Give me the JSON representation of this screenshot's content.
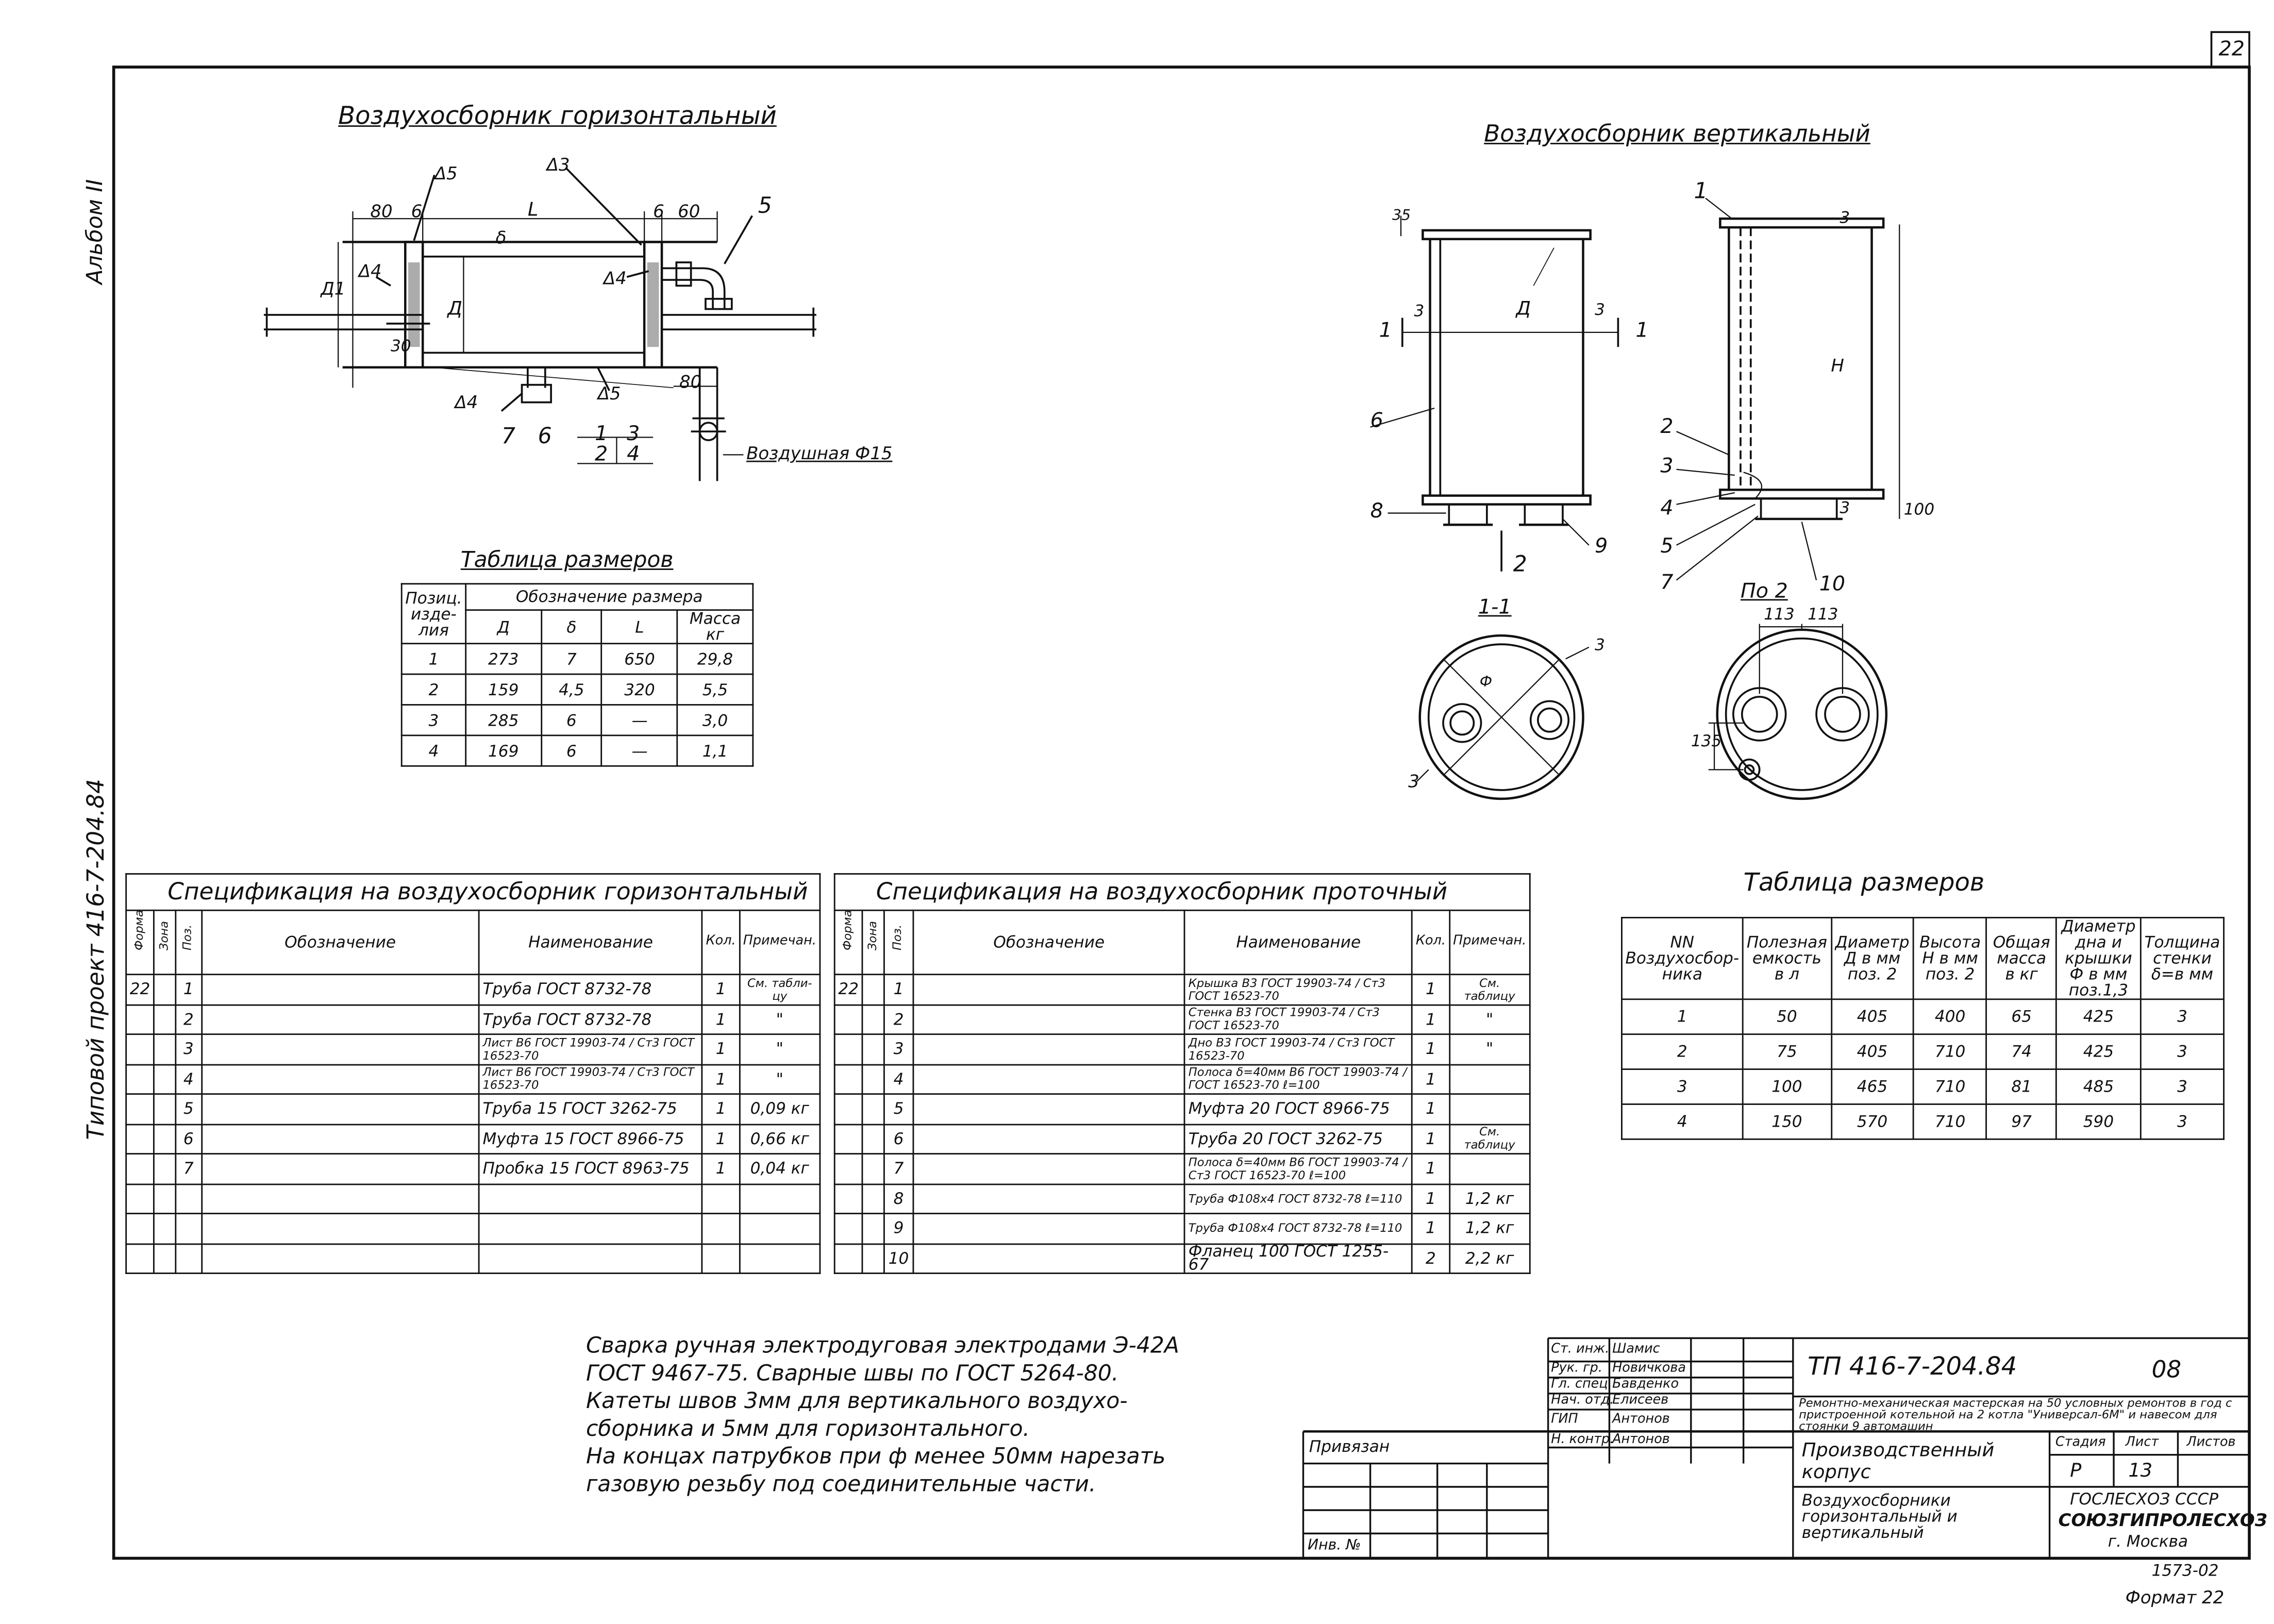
{
  "sheet": {
    "sheet_number": "22",
    "album": "Альбом II",
    "project": "Типовой проект 416-7-204.84"
  },
  "horizontal": {
    "title": "Воздухосборник горизонтальный",
    "labels": {
      "w5a": "Δ5",
      "w3": "Δ3",
      "w4a": "Δ4",
      "w4b": "Δ4",
      "w4c": "Δ4",
      "w5b": "Δ5",
      "d80": "80",
      "d6a": "6",
      "dL": "L",
      "d6b": "6",
      "d60": "60",
      "d1": "Д1",
      "dD": "Д",
      "d30": "30",
      "dd": "δ",
      "d80b": "80",
      "p5": "5",
      "p7": "7",
      "p6": "6",
      "p1": "1",
      "p3": "3",
      "p2": "2",
      "p4": "4",
      "air": "Воздушная Ф15"
    }
  },
  "sizes_h": {
    "title": "Таблица размеров",
    "head_pos": "Позиц. изде- лия",
    "head_group": "Обозначение размера",
    "cols": [
      "Д",
      "δ",
      "L",
      "Масса кг"
    ],
    "rows": [
      [
        "1",
        "273",
        "7",
        "650",
        "29,8"
      ],
      [
        "2",
        "159",
        "4,5",
        "320",
        "5,5"
      ],
      [
        "3",
        "285",
        "6",
        "—",
        "3,0"
      ],
      [
        "4",
        "169",
        "6",
        "—",
        "1,1"
      ]
    ]
  },
  "vertical": {
    "title": "Воздухосборник вертикальный",
    "labels": {
      "d35": "35",
      "d3a": "3",
      "dD": "Д",
      "d3b": "3",
      "s1a": "1",
      "s1b": "1",
      "p1": "1",
      "d3c": "3",
      "dH": "Н",
      "p6": "6",
      "p2": "2",
      "p3": "3",
      "p4": "4",
      "p5": "5",
      "p7": "7",
      "p8": "8",
      "p9": "9",
      "p10": "10",
      "d3d": "3",
      "d100": "100",
      "s2": "2",
      "sec11": "1-1",
      "sec2": "По 2",
      "d113a": "113",
      "d113b": "113",
      "d135": "135",
      "c3a": "3",
      "c3b": "3",
      "phi": "Ф"
    }
  },
  "sizes_v": {
    "title": "Таблица размеров",
    "head": [
      "NN Воздухосбор- ника",
      "Полезная емкость в л",
      "Диаметр Д в мм поз. 2",
      "Высота Н в мм поз. 2",
      "Общая масса в кг",
      "Диаметр дна и крышки Ф в мм поз.1,3",
      "Толщина стенки δ=в мм"
    ],
    "rows": [
      [
        "1",
        "50",
        "405",
        "400",
        "65",
        "425",
        "3"
      ],
      [
        "2",
        "75",
        "405",
        "710",
        "74",
        "425",
        "3"
      ],
      [
        "3",
        "100",
        "465",
        "710",
        "81",
        "485",
        "3"
      ],
      [
        "4",
        "150",
        "570",
        "710",
        "97",
        "590",
        "3"
      ]
    ]
  },
  "spec_h": {
    "title": "Спецификация на воздухосборник горизонтальный",
    "head": [
      "Формат",
      "Зона",
      "Поз.",
      "Обозначение",
      "Наименование",
      "Кол.",
      "Примечан."
    ],
    "rows": [
      [
        "22",
        "",
        "1",
        "",
        "Труба ГОСТ 8732-78",
        "1",
        "См. табли- цу"
      ],
      [
        "",
        "",
        "2",
        "",
        "Труба ГОСТ 8732-78",
        "1",
        "\""
      ],
      [
        "",
        "",
        "3",
        "",
        "Лист  В6 ГОСТ 19903-74 / Ст3 ГОСТ 16523-70",
        "1",
        "\""
      ],
      [
        "",
        "",
        "4",
        "",
        "Лист  В6 ГОСТ 19903-74 / Ст3 ГОСТ 16523-70",
        "1",
        "\""
      ],
      [
        "",
        "",
        "5",
        "",
        "Труба 15 ГОСТ 3262-75",
        "1",
        "0,09 кг"
      ],
      [
        "",
        "",
        "6",
        "",
        "Муфта 15 ГОСТ 8966-75",
        "1",
        "0,66 кг"
      ],
      [
        "",
        "",
        "7",
        "",
        "Пробка 15 ГОСТ 8963-75",
        "1",
        "0,04 кг"
      ],
      [
        "",
        "",
        "",
        "",
        "",
        "",
        ""
      ],
      [
        "",
        "",
        "",
        "",
        "",
        "",
        ""
      ],
      [
        "",
        "",
        "",
        "",
        "",
        "",
        ""
      ]
    ]
  },
  "spec_v": {
    "title": "Спецификация на воздухосборник проточный",
    "head": [
      "Формат",
      "Зона",
      "Поз.",
      "Обозначение",
      "Наименование",
      "Кол.",
      "Примечан."
    ],
    "rows": [
      [
        "22",
        "",
        "1",
        "",
        "Крышка  В3 ГОСТ 19903-74 / Ст3 ГОСТ 16523-70",
        "1",
        "См. таблицу"
      ],
      [
        "",
        "",
        "2",
        "",
        "Стенка  В3 ГОСТ 19903-74 / Ст3 ГОСТ 16523-70",
        "1",
        "\""
      ],
      [
        "",
        "",
        "3",
        "",
        "Дно  В3 ГОСТ 19903-74 / Ст3 ГОСТ 16523-70",
        "1",
        "\""
      ],
      [
        "",
        "",
        "4",
        "",
        "Полоса δ=40мм  В6 ГОСТ 19903-74 / ГОСТ 16523-70 ℓ=100",
        "1",
        ""
      ],
      [
        "",
        "",
        "5",
        "",
        "Муфта 20 ГОСТ 8966-75",
        "1",
        ""
      ],
      [
        "",
        "",
        "6",
        "",
        "Труба 20 ГОСТ 3262-75",
        "1",
        "См. таблицу"
      ],
      [
        "",
        "",
        "7",
        "",
        "Полоса δ=40мм  В6 ГОСТ 19903-74 / Ст3 ГОСТ 16523-70 ℓ=100",
        "1",
        ""
      ],
      [
        "",
        "",
        "8",
        "",
        "Труба Ф108х4 ГОСТ 8732-78 ℓ=110",
        "1",
        "1,2 кг"
      ],
      [
        "",
        "",
        "9",
        "",
        "Труба Ф108х4 ГОСТ 8732-78 ℓ=110",
        "1",
        "1,2 кг"
      ],
      [
        "",
        "",
        "10",
        "",
        "Фланец 100 ГОСТ 1255-67",
        "2",
        "2,2 кг"
      ]
    ]
  },
  "notes": [
    "Сварка ручная электродуговая электродами Э-42А",
    "ГОСТ 9467-75. Сварные швы по ГОСТ 5264-80.",
    "Катеты швов 3мм для вертикального воздухо-",
    "сборника и 5мм для горизонтального.",
    "На концах патрубков при ф менее 50мм нарезать",
    "газовую резьбу под соединительные части."
  ],
  "stamp": {
    "privyazan": "Привязан",
    "inv": "Инв. №",
    "roles": [
      {
        "role": "Ст. инж.",
        "name": "Шамис"
      },
      {
        "role": "Рук. гр.",
        "name": "Новичкова"
      },
      {
        "role": "Гл. спец.",
        "name": "Бавденко"
      },
      {
        "role": "Нач. отд.",
        "name": "Елисеев"
      },
      {
        "role": "ГИП",
        "name": "Антонов"
      },
      {
        "role": "Н. контр.",
        "name": "Антонов"
      }
    ],
    "code": "ТП 416-7-204.84",
    "sheet_code": "08",
    "desc": "Ремонтно-механическая мастерская на 50 условных ремонтов в год с пристроенной котельной на 2 котла \"Универсал-6М\" и навесом для стоянки 9 автомашин",
    "building": "Производственный корпус",
    "stage_h": "Стадия",
    "sheet_h": "Лист",
    "sheets_h": "Листов",
    "stage": "Р",
    "sheet": "13",
    "sheets": "",
    "drawing": "Воздухосборники горизонтальный и вертикальный",
    "org1": "ГОСЛЕСХОЗ СССР",
    "org2": "СОЮЗГИПРОЛЕСХОЗ",
    "org3": "г. Москва"
  },
  "footer": {
    "inv_no": "1573-02",
    "format": "Формат 22"
  }
}
